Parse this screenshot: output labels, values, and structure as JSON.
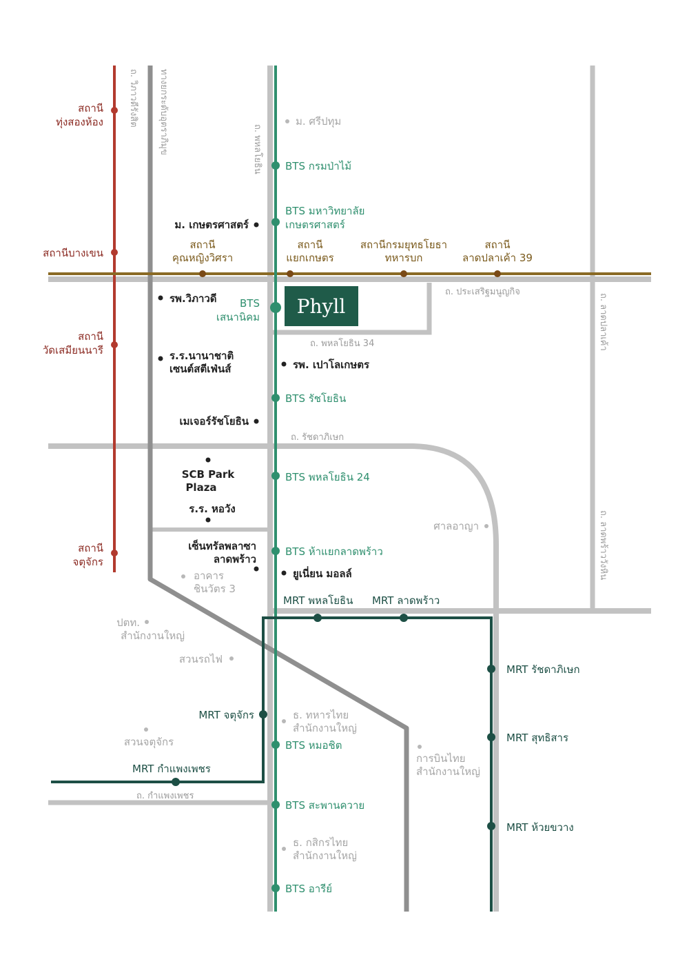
{
  "colors": {
    "bts": "#2f8f6e",
    "mrt": "#1d4f45",
    "red_line": "#b23a2e",
    "gold_line": "#8a6a24",
    "road": "#c2c2c2",
    "highway": "#8f8f8f",
    "poi": "#222222",
    "logo_bg": "#1f5b49"
  },
  "logo": {
    "text": "Phyll"
  },
  "red_line": {
    "stations": [
      {
        "l1": "สถานี",
        "l2": "ทุ่งสองห้อง"
      },
      {
        "l1": "สถานีบางเขน",
        "l2": ""
      },
      {
        "l1": "สถานี",
        "l2": "วัดเสมียนนารี"
      },
      {
        "l1": "สถานี",
        "l2": "จตุจักร"
      }
    ]
  },
  "gold_line": {
    "stations": [
      {
        "l1": "สถานี",
        "l2": "คุณหญิงวิศรา"
      },
      {
        "l1": "สถานี",
        "l2": "แยกเกษตร"
      },
      {
        "l1": "สถานีกรมยุทธโยธา",
        "l2": "ทหารบก"
      },
      {
        "l1": "สถานี",
        "l2": "ลาดปลาเค้า 39"
      }
    ]
  },
  "bts": {
    "stations": [
      {
        "l1": "BTS กรมป่าไม้",
        "l2": ""
      },
      {
        "l1": "BTS มหาวิทยาลัย",
        "l2": "เกษตรศาสตร์"
      },
      {
        "l1": "BTS",
        "l2": "เสนานิคม"
      },
      {
        "l1": "BTS รัชโยธิน",
        "l2": ""
      },
      {
        "l1": "BTS พหลโยธิน 24",
        "l2": ""
      },
      {
        "l1": "BTS ห้าแยกลาดพร้าว",
        "l2": ""
      },
      {
        "l1": "BTS หมอชิต",
        "l2": ""
      },
      {
        "l1": "BTS สะพานควาย",
        "l2": ""
      },
      {
        "l1": "BTS อารีย์",
        "l2": ""
      }
    ]
  },
  "mrt": {
    "stations": [
      {
        "l1": "MRT พหลโยธิน"
      },
      {
        "l1": "MRT ลาดพร้าว"
      },
      {
        "l1": "MRT รัชดาภิเษก"
      },
      {
        "l1": "MRT สุทธิสาร"
      },
      {
        "l1": "MRT ห้วยขวาง"
      },
      {
        "l1": "MRT จตุจักร"
      },
      {
        "l1": "MRT กำแพงเพชร"
      }
    ]
  },
  "roads": {
    "vibhavadi": "ถ. วิภาวดีรังสิต",
    "tollway": "ทางยกระดับอุตราภิมุข",
    "phahonyothin": "ถ. พหลโยธิน",
    "prasert": "ถ. ประเสริฐมนูญกิจ",
    "soi34": "ถ. พหลโยธิน 34",
    "ratchada": "ถ. รัชดาภิเษก",
    "lat_pla_khao": "ถ. ลาดปลาเค้า",
    "lat_phrao_wang_hin": "ถ. ลาดพร้าววังหิน",
    "kamphaeng_phet": "ถ. กำแพงเพชร"
  },
  "pois_dark": [
    {
      "l1": "ม. เกษตรศาสตร์",
      "l2": ""
    },
    {
      "l1": "รพ.วิภาวดี",
      "l2": ""
    },
    {
      "l1": "ร.ร.นานาชาติ",
      "l2": "เซนต์สตีเฟ่นส์"
    },
    {
      "l1": "รพ. เปาโลเกษตร",
      "l2": ""
    },
    {
      "l1": "เมเจอร์รัชโยธิน",
      "l2": ""
    },
    {
      "l1": "SCB Park",
      "l2": "Plaza"
    },
    {
      "l1": "ร.ร. หอวัง",
      "l2": ""
    },
    {
      "l1": "เซ็นทรัลพลาซา",
      "l2": "ลาดพร้าว"
    },
    {
      "l1": "ยูเนี่ยน มอลล์",
      "l2": ""
    }
  ],
  "pois_grey": [
    {
      "l1": "ม. ศรีปทุม",
      "l2": ""
    },
    {
      "l1": "ศาลอาญา",
      "l2": ""
    },
    {
      "l1": "อาคาร",
      "l2": "ชินวัตร 3"
    },
    {
      "l1": "ปตท.",
      "l2": "สำนักงานใหญ่"
    },
    {
      "l1": "สวนรถไฟ",
      "l2": ""
    },
    {
      "l1": "ธ. ทหารไทย",
      "l2": "สำนักงานใหญ่"
    },
    {
      "l1": "สวนจตุจักร",
      "l2": ""
    },
    {
      "l1": "การบินไทย",
      "l2": "สำนักงานใหญ่"
    },
    {
      "l1": "ธ. กสิกรไทย",
      "l2": "สำนักงานใหญ่"
    }
  ]
}
